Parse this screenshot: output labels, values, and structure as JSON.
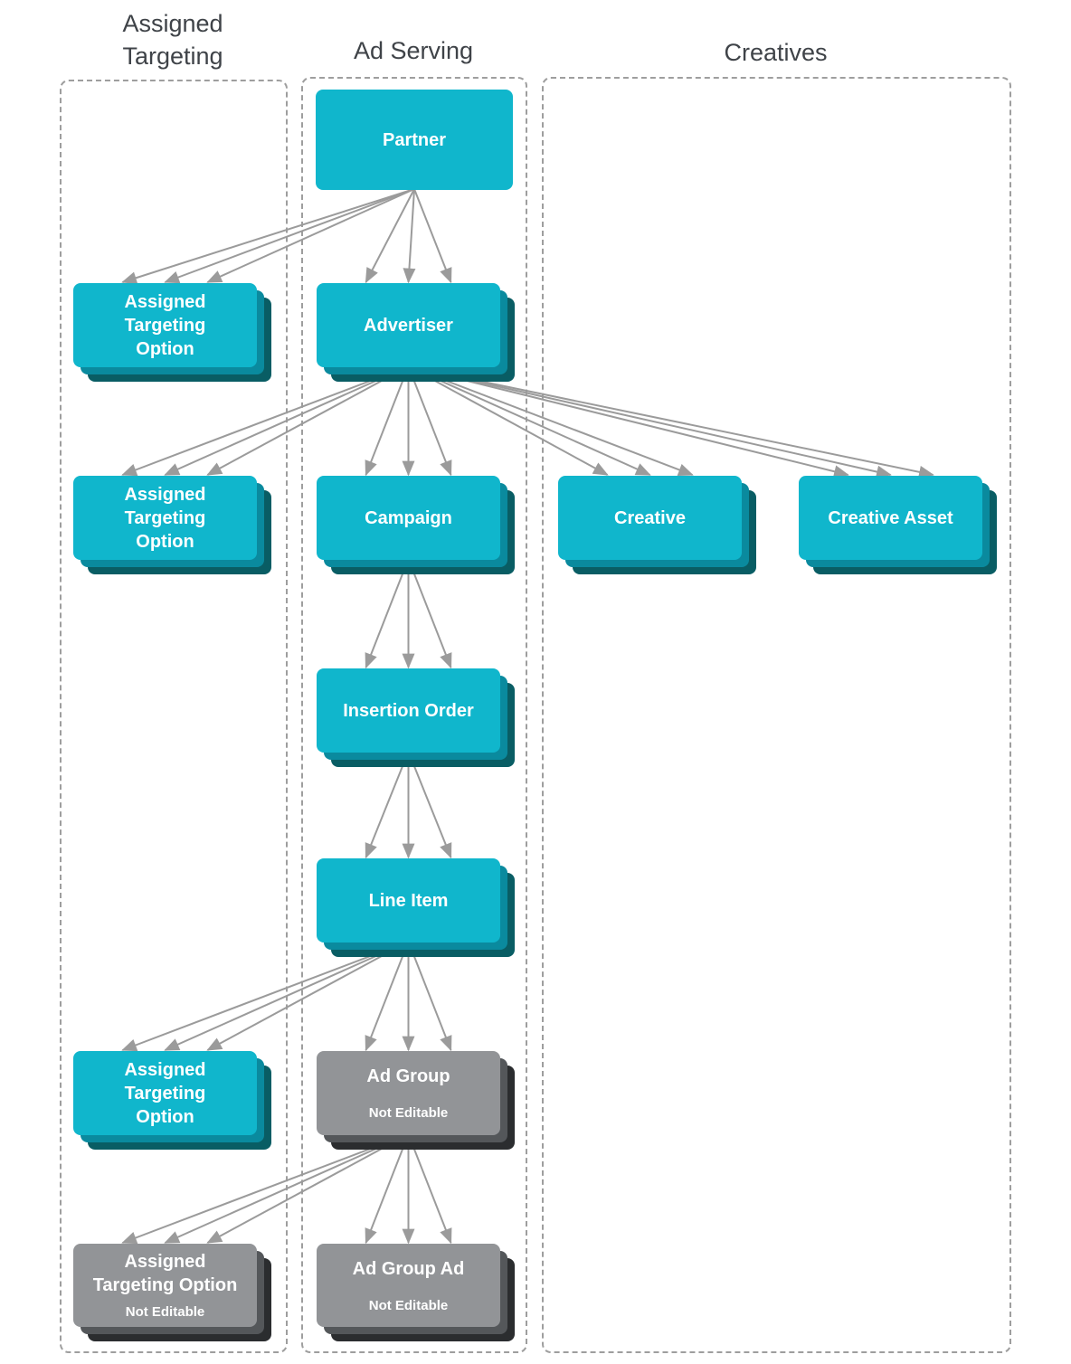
{
  "columns": {
    "assigned_targeting": {
      "label": "Assigned\nTargeting"
    },
    "ad_serving": {
      "label": "Ad Serving"
    },
    "creatives": {
      "label": "Creatives"
    }
  },
  "nodes": {
    "partner": {
      "label": "Partner"
    },
    "ato_advertiser": {
      "label": "Assigned\nTargeting\nOption"
    },
    "advertiser": {
      "label": "Advertiser"
    },
    "ato_campaign": {
      "label": "Assigned\nTargeting\nOption"
    },
    "campaign": {
      "label": "Campaign"
    },
    "creative": {
      "label": "Creative"
    },
    "creative_asset": {
      "label": "Creative Asset"
    },
    "insertion_order": {
      "label": "Insertion Order"
    },
    "line_item": {
      "label": "Line Item"
    },
    "ato_line_item": {
      "label": "Assigned\nTargeting\nOption"
    },
    "ad_group": {
      "label": "Ad Group",
      "sublabel": "Not Editable"
    },
    "ato_not_editable": {
      "label": "Assigned\nTargeting Option",
      "sublabel": "Not Editable"
    },
    "ad_group_ad": {
      "label": "Ad Group Ad",
      "sublabel": "Not Editable"
    }
  },
  "edges": [
    {
      "from": "partner",
      "to": "ato_advertiser"
    },
    {
      "from": "partner",
      "to": "advertiser"
    },
    {
      "from": "advertiser",
      "to": "ato_campaign"
    },
    {
      "from": "advertiser",
      "to": "campaign"
    },
    {
      "from": "advertiser",
      "to": "creative"
    },
    {
      "from": "advertiser",
      "to": "creative_asset"
    },
    {
      "from": "campaign",
      "to": "insertion_order"
    },
    {
      "from": "insertion_order",
      "to": "line_item"
    },
    {
      "from": "line_item",
      "to": "ato_line_item"
    },
    {
      "from": "line_item",
      "to": "ad_group"
    },
    {
      "from": "ad_group",
      "to": "ato_not_editable"
    },
    {
      "from": "ad_group",
      "to": "ad_group_ad"
    }
  ],
  "colors": {
    "teal": "#10B6CC",
    "teal_mid": "#0A8A9E",
    "teal_dark": "#095D64",
    "gray": "#929497",
    "gray_mid": "#54575A",
    "gray_dark": "#2B2D2F",
    "arrow": "#9B9B9B",
    "heading": "#3F4348",
    "dash": "#9E9E9E"
  }
}
